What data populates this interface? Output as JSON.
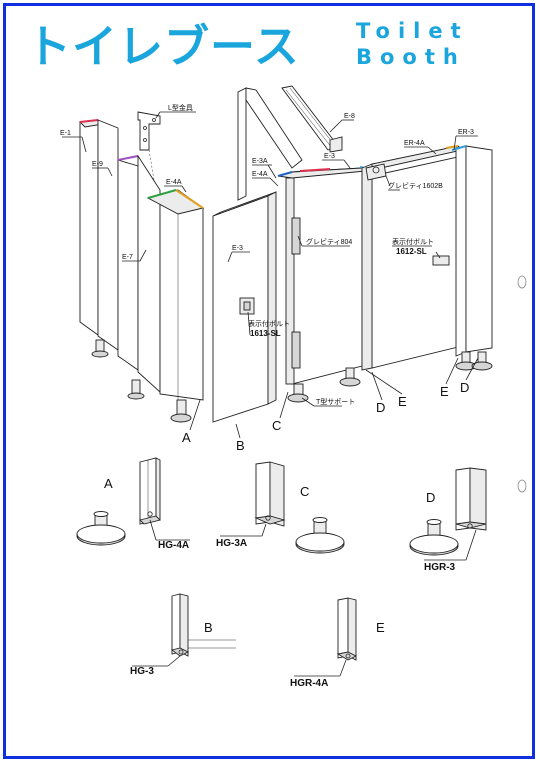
{
  "title": {
    "ja": "トイレブース",
    "en_line1": "Toilet",
    "en_line2": "Booth"
  },
  "colors": {
    "frame": "#1030e0",
    "title": "#1aa6dd"
  },
  "labels": {
    "e1": "E-1",
    "e9": "E-9",
    "e7": "E-7",
    "e4a_left": "E-4A",
    "e3_door": "E-3",
    "l_bracket": "L型金具",
    "e8": "E-8",
    "e3a": "E-3A",
    "e4a_mid": "E-4A",
    "e3_mid": "E-3",
    "er4a": "ER-4A",
    "er3": "ER-3",
    "gravity_1602b": "グレビティ1602B",
    "gravity_804": "グレビティ804",
    "bolt_right_1": "表示付ボルト",
    "bolt_right_2": "1612-SL",
    "bolt_left_1": "表示付ボルト",
    "bolt_left_2": "1613-SL",
    "t_support": "T型サポート"
  },
  "letters": {
    "a": "A",
    "b": "B",
    "c": "C",
    "d1": "D",
    "e1": "E",
    "e2": "E",
    "d2": "D"
  },
  "details": {
    "a": {
      "letter": "A",
      "part": "HG-4A"
    },
    "c": {
      "letter": "C",
      "part": "HG-3A"
    },
    "d": {
      "letter": "D",
      "part": "HGR-3"
    },
    "b": {
      "letter": "B",
      "part": "HG-3"
    },
    "e": {
      "letter": "E",
      "part": "HGR-4A"
    }
  }
}
